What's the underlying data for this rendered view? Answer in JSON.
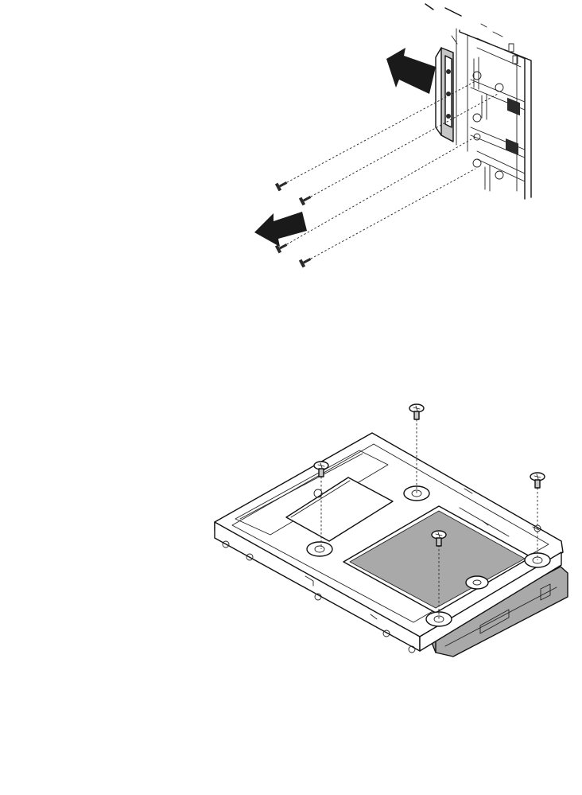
{
  "figures": [
    {
      "name": "remove-bay-figure",
      "screws": 4,
      "arrows": 2
    },
    {
      "name": "adapter-bracket-figure",
      "screws": 4
    }
  ],
  "colors": {
    "line": "#111111",
    "drive_fill": "#a9a9a9",
    "background": "#ffffff"
  },
  "icons": [
    "screw-icon",
    "arrow-icon"
  ]
}
